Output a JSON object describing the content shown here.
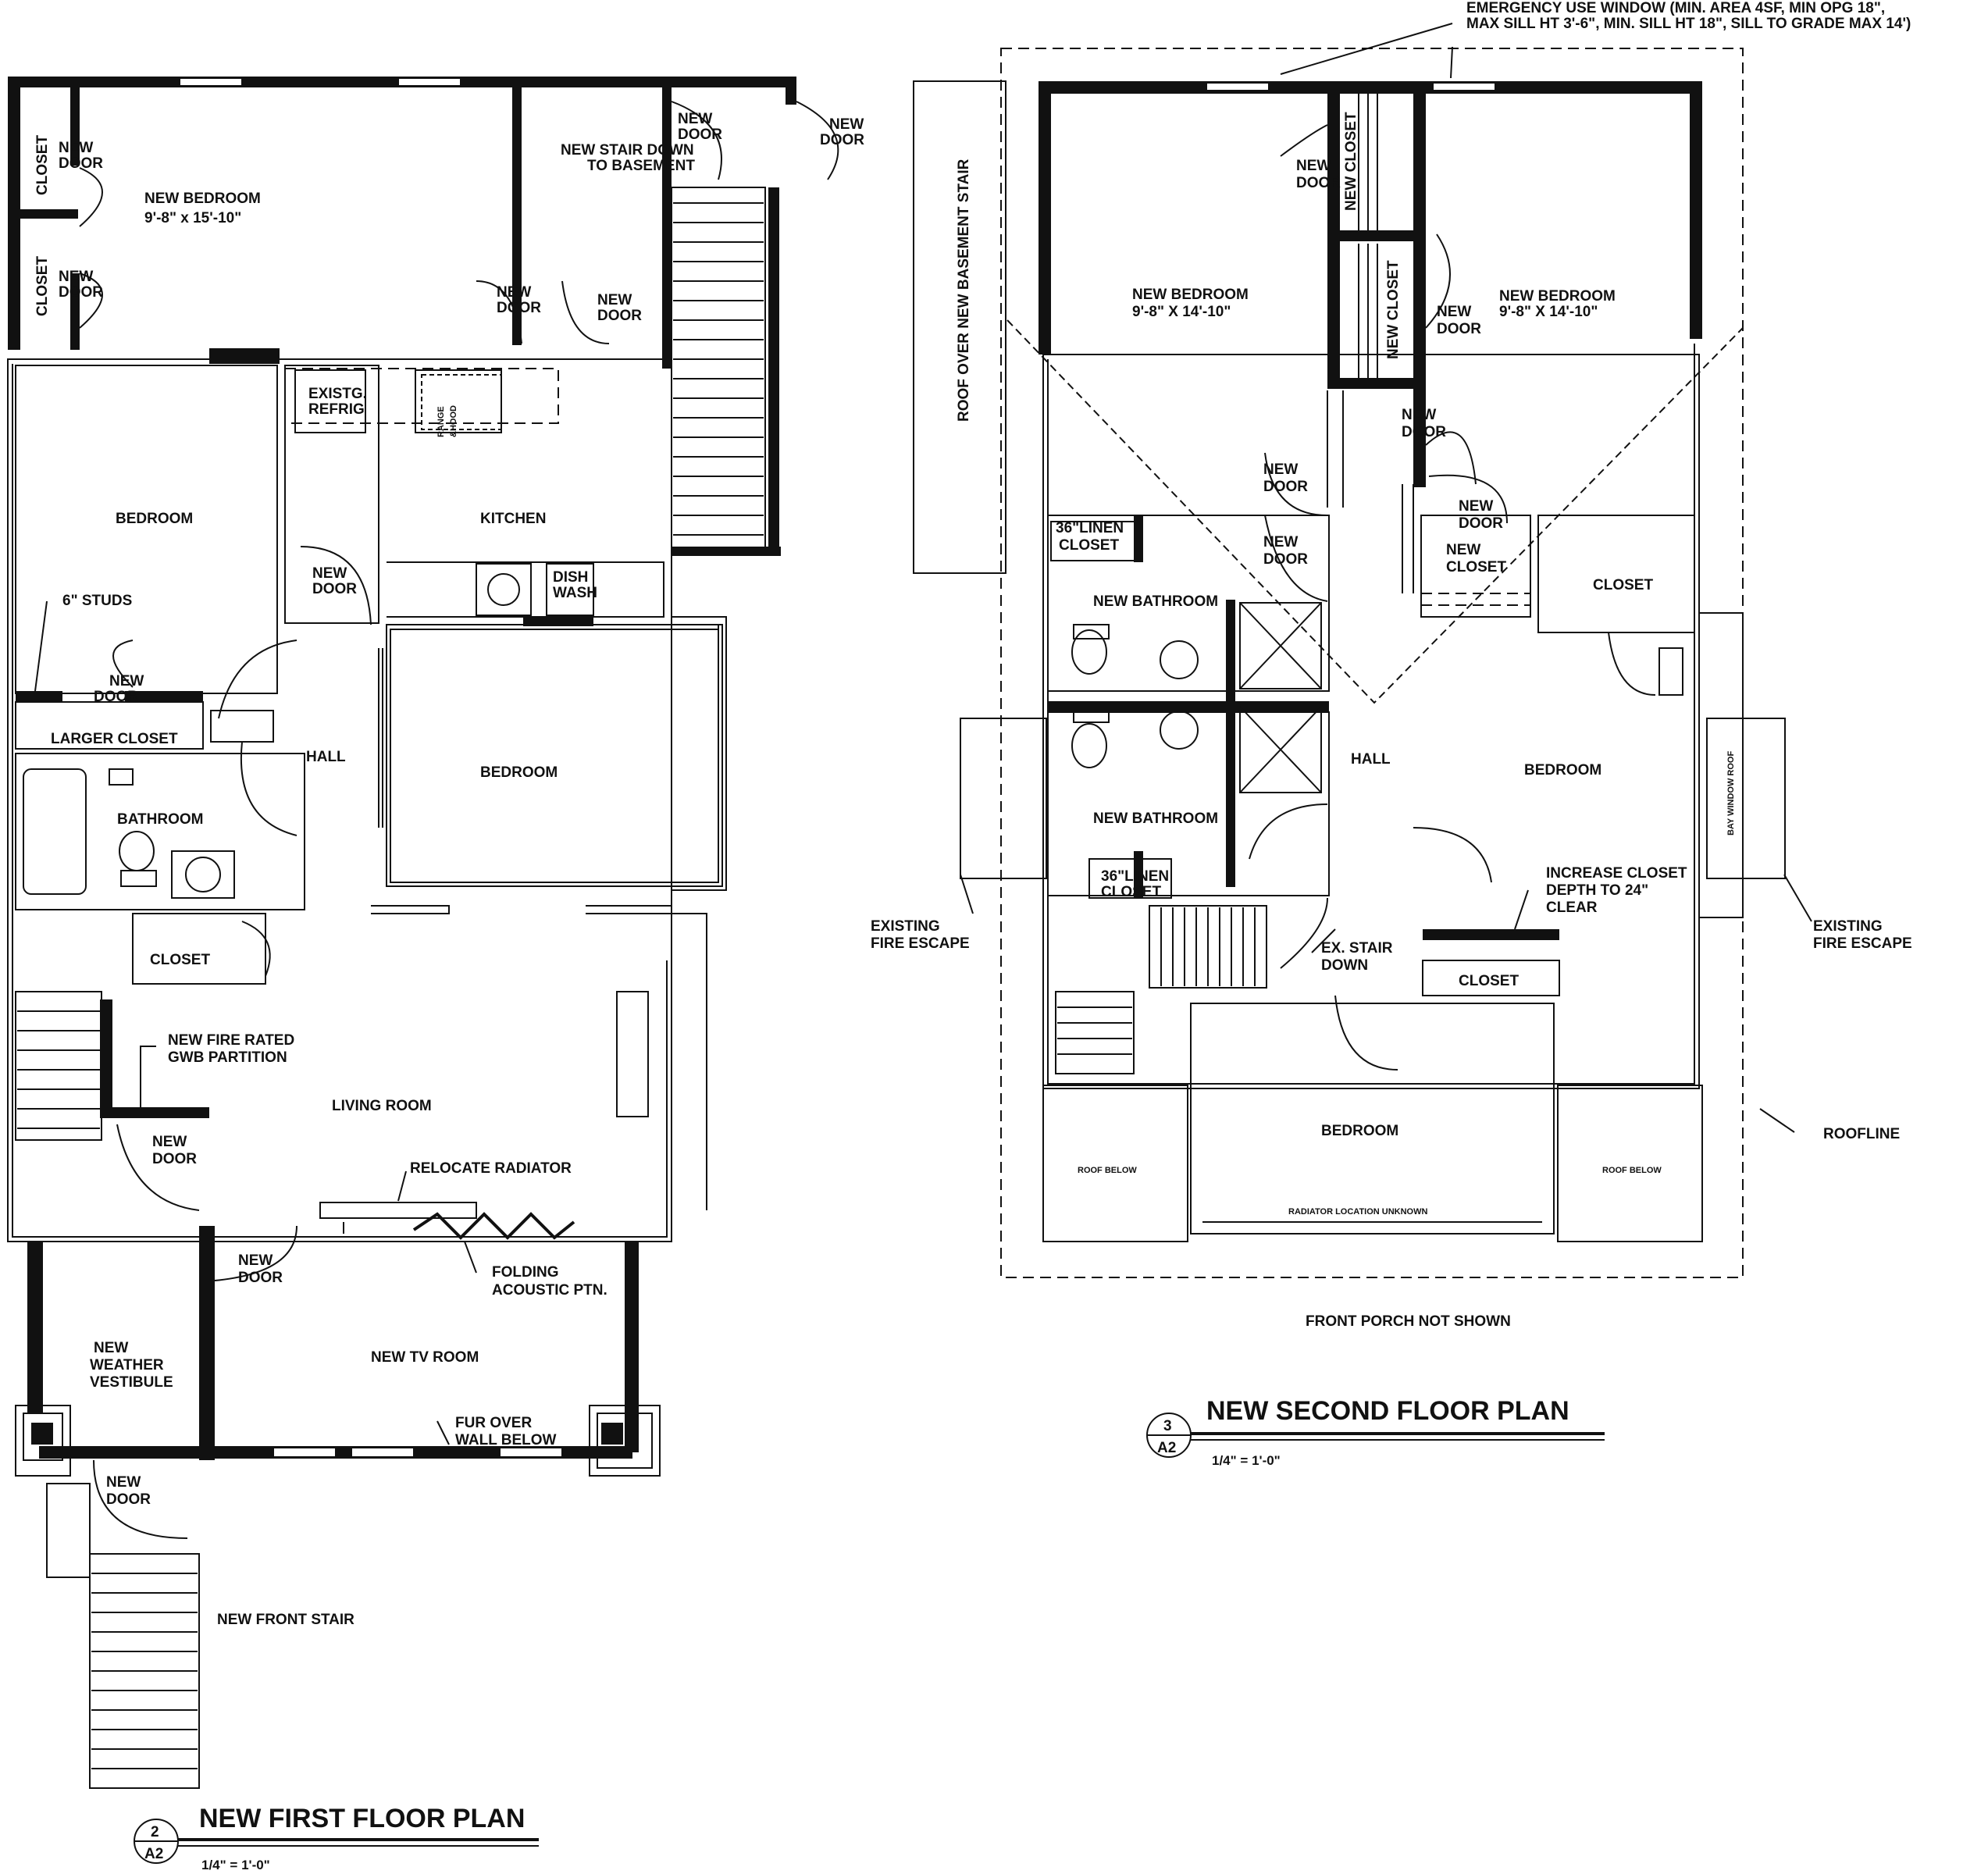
{
  "first_floor": {
    "title": "NEW FIRST FLOOR PLAN",
    "drawing_number": "2",
    "sheet": "A2",
    "scale": "1/4\" = 1'-0\"",
    "labels": {
      "closet_a": "CLOSET",
      "closet_b": "CLOSET",
      "new_door_1a": "NEW",
      "new_door_1b": "DOOR",
      "new_door_2a": "NEW",
      "new_door_2b": "DOOR",
      "new_bedroom": "NEW BEDROOM",
      "new_bedroom_dim": "9'-8\" x 15'-10\"",
      "new_door_3a": "NEW",
      "new_door_3b": "DOOR",
      "new_door_4a": "NEW",
      "new_door_4b": "DOOR",
      "new_door_5a": "NEW",
      "new_door_5b": "DOOR",
      "new_door_6a": "NEW",
      "new_door_6b": "DOOR",
      "stair_down_a": "NEW STAIR DOWN",
      "stair_down_b": "TO BASEMENT",
      "existg_refrig_a": "EXISTG.",
      "existg_refrig_b": "REFRIG",
      "range_a": "RANGE",
      "range_b": "&HOOD",
      "bedroom_left": "BEDROOM",
      "kitchen": "KITCHEN",
      "new_door_7a": "NEW",
      "new_door_7b": "DOOR",
      "dish_a": "DISH",
      "dish_b": "WASH",
      "studs": "6\" STUDS",
      "new_door_8a": "NEW",
      "new_door_8b": "DOOR",
      "larger_closet": "LARGER CLOSET",
      "hall": "HALL",
      "bedroom_right": "BEDROOM",
      "bathroom": "BATHROOM",
      "closet_c": "CLOSET",
      "fire_rated_a": "NEW FIRE RATED",
      "fire_rated_b": "GWB PARTITION",
      "living_room": "LIVING ROOM",
      "new_door_9a": "NEW",
      "new_door_9b": "DOOR",
      "relocate_radiator": "RELOCATE RADIATOR",
      "new_door_10a": "NEW",
      "new_door_10b": "DOOR",
      "folding_a": "FOLDING",
      "folding_b": "ACOUSTIC PTN.",
      "vestibule_a": "NEW",
      "vestibule_b": "WEATHER",
      "vestibule_c": "VESTIBULE",
      "tv_room": "NEW TV ROOM",
      "fur_a": "FUR OVER",
      "fur_b": "WALL BELOW",
      "new_door_11a": "NEW",
      "new_door_11b": "DOOR",
      "front_stair": "NEW FRONT STAIR"
    }
  },
  "second_floor": {
    "title": "NEW SECOND FLOOR PLAN",
    "drawing_number": "3",
    "sheet": "A2",
    "scale": "1/4\" = 1'-0\"",
    "labels": {
      "egress_a": "EMERGENCY USE WINDOW (MIN. AREA 4SF, MIN OPG 18\",",
      "egress_b": "MAX SILL HT 3'-6\", MIN. SILL HT 18\", SILL TO GRADE MAX 14')",
      "roof_over_stair": "ROOF OVER NEW BASEMENT STAIR",
      "new_door_1a": "NEW",
      "new_door_1b": "DOOR",
      "new_closet_1": "NEW CLOSET",
      "new_closet_2": "NEW CLOSET",
      "bedroom_a": "NEW BEDROOM",
      "bedroom_a_dim": "9'-8\" X 14'-10\"",
      "bedroom_b": "NEW BEDROOM",
      "bedroom_b_dim": "9'-8\" X 14'-10\"",
      "new_door_2a": "NEW",
      "new_door_2b": "DOOR",
      "new_door_3a": "NEW",
      "new_door_3b": "DOOR",
      "new_door_4a": "NEW",
      "new_door_4b": "DOOR",
      "new_door_5a": "NEW",
      "new_door_5b": "DOOR",
      "new_door_6a": "NEW",
      "new_door_6b": "DOOR",
      "linen_1a": "36\"LINEN",
      "linen_1b": "CLOSET",
      "new_closet_3a": "NEW",
      "new_closet_3b": "CLOSET",
      "closet_1": "CLOSET",
      "bathroom_1": "NEW BATHROOM",
      "hall": "HALL",
      "bedroom_c": "BEDROOM",
      "bay_window": "BAY WINDOW ROOF",
      "bathroom_2": "NEW BATHROOM",
      "linen_2a": "36\"LINEN",
      "linen_2b": "CLOSET",
      "increase_a": "INCREASE CLOSET",
      "increase_b": "DEPTH TO 24\"",
      "increase_c": "CLEAR",
      "fire_escape_l_a": "EXISTING",
      "fire_escape_l_b": "FIRE ESCAPE",
      "fire_escape_r_a": "EXISTING",
      "fire_escape_r_b": "FIRE ESCAPE",
      "ex_stair_a": "EX. STAIR",
      "ex_stair_b": "DOWN",
      "closet_2": "CLOSET",
      "bedroom_d": "BEDROOM",
      "roof_below_l": "ROOF BELOW",
      "roof_below_r": "ROOF BELOW",
      "radiator_unknown": "RADIATOR LOCATION UNKNOWN",
      "roofline": "ROOFLINE",
      "front_porch": "FRONT PORCH NOT SHOWN"
    }
  }
}
